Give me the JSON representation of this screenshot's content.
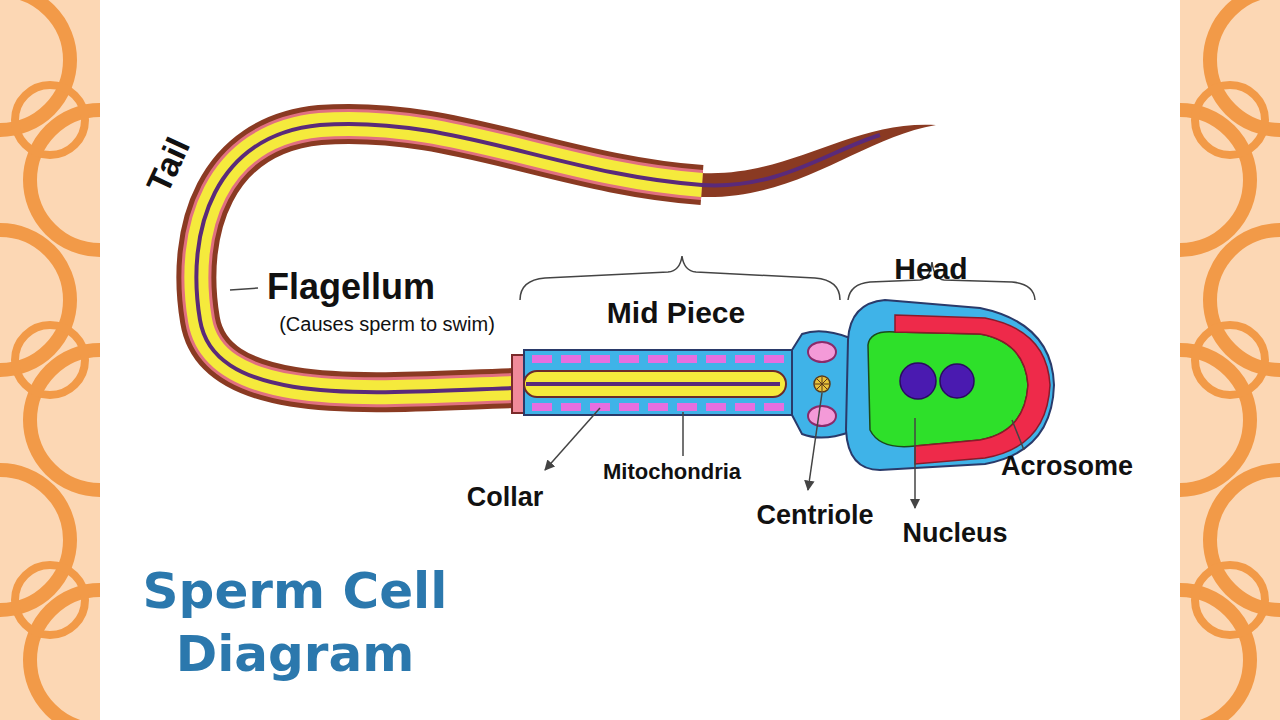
{
  "diagram": {
    "title": "Sperm Cell Diagram",
    "labels": [
      "Tail",
      "Flagellum",
      "(Causes sperm to swim)",
      "Mid Piece",
      "Head",
      "Collar",
      "Mitochondria",
      "Centriole",
      "Nucleus",
      "Acrosome"
    ]
  }
}
